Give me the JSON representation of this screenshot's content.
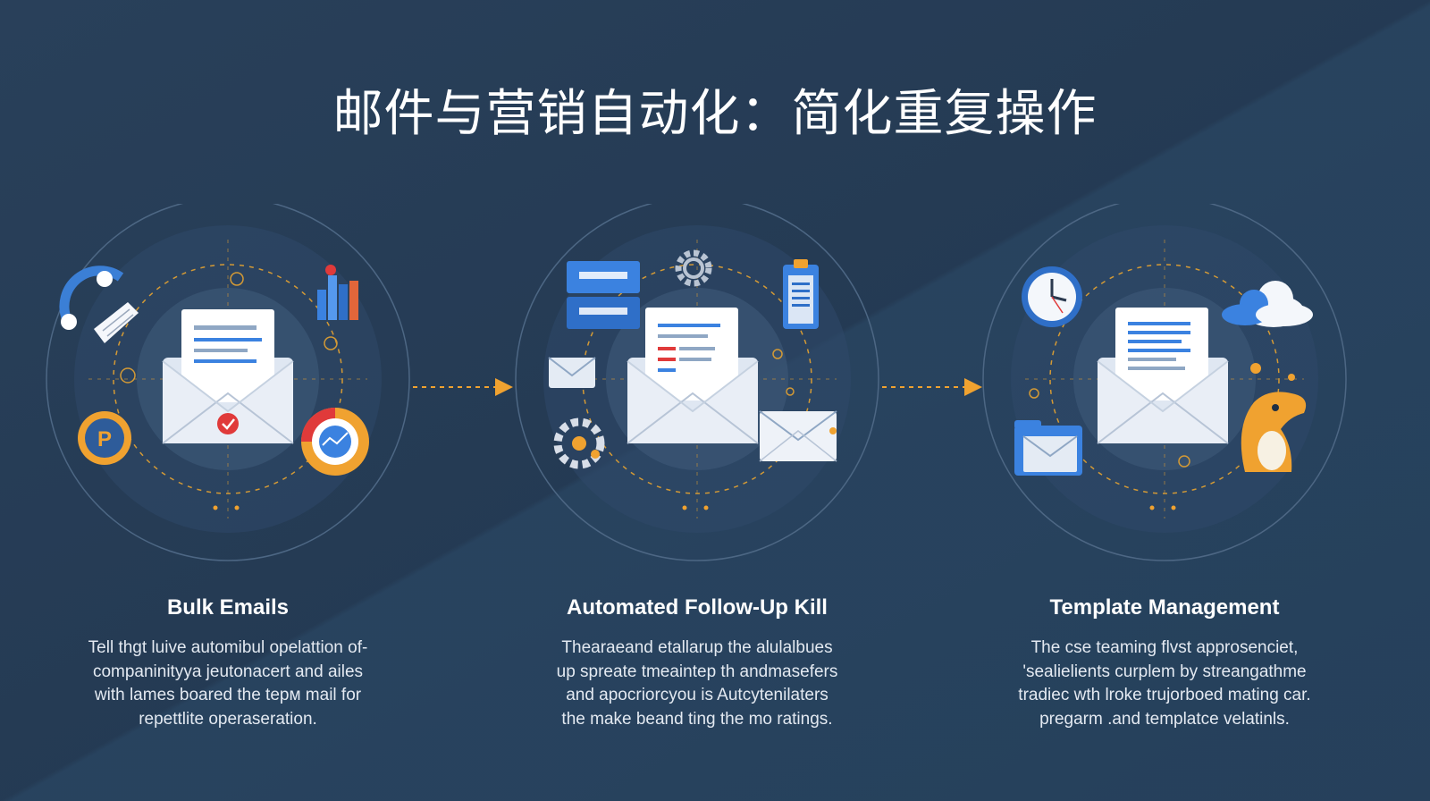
{
  "title": "邮件与营销自动化：简化重复操作",
  "colors": {
    "background": "#243a53",
    "accent_orange": "#f0a230",
    "accent_blue": "#3b82e0",
    "text": "#ffffff"
  },
  "features": [
    {
      "heading": "Bulk Emails",
      "lines": [
        "Tell thgt luive automibul opelattion of-",
        "companinityуa jeutonacert and ailes",
        "with lames boared the tерм mail for",
        "repettlite operaseration."
      ],
      "icons": [
        "envelope-icon",
        "sync-icon",
        "chart-icon",
        "p-coin-icon",
        "trend-badge-icon"
      ]
    },
    {
      "heading": "Automated Follow-Up Kill",
      "lines": [
        "Thearaeand etallarup the alulalbues",
        "up spreate tmeaintep th andmasefers",
        "and apocriorcyou is Autcytenilaters",
        "the make beand ting the mo ratings."
      ],
      "icons": [
        "envelope-icon",
        "folder-icon",
        "gear-icon",
        "clipboard-icon",
        "mail-icon",
        "network-icon"
      ]
    },
    {
      "heading": "Template Management",
      "lines": [
        "The cse teaming flvst approsenciet,",
        "'sealielients curplem by streangathme",
        "tradiec wth lroke trujorboed mating car.",
        "pregarm .and templatce velatinls."
      ],
      "icons": [
        "envelope-icon",
        "clock-icon",
        "cloud-icon",
        "folder-mail-icon",
        "mascot-icon"
      ]
    }
  ]
}
